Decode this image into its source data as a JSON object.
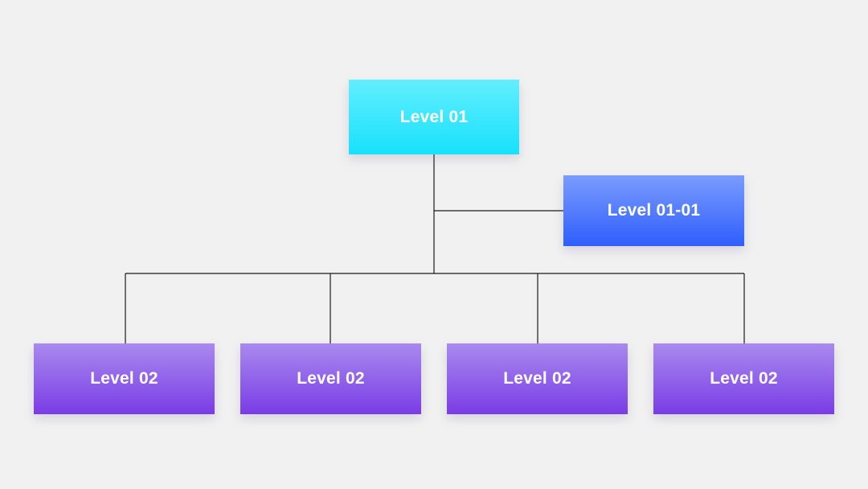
{
  "diagram": {
    "root": {
      "label": "Level 01"
    },
    "side_node": {
      "label": "Level 01-01"
    },
    "children": [
      {
        "label": "Level 02"
      },
      {
        "label": "Level 02"
      },
      {
        "label": "Level 02"
      },
      {
        "label": "Level 02"
      }
    ]
  },
  "colors": {
    "background": "#f1f1f1",
    "connector": "#1a1a1a",
    "root_top": "#62eefe",
    "root_bottom": "#18e1fc",
    "side_top": "#7a9cff",
    "side_bottom": "#2f5efb",
    "child_top": "#a98aee",
    "child_bottom": "#7a3ce6",
    "text": "#ffffff"
  }
}
